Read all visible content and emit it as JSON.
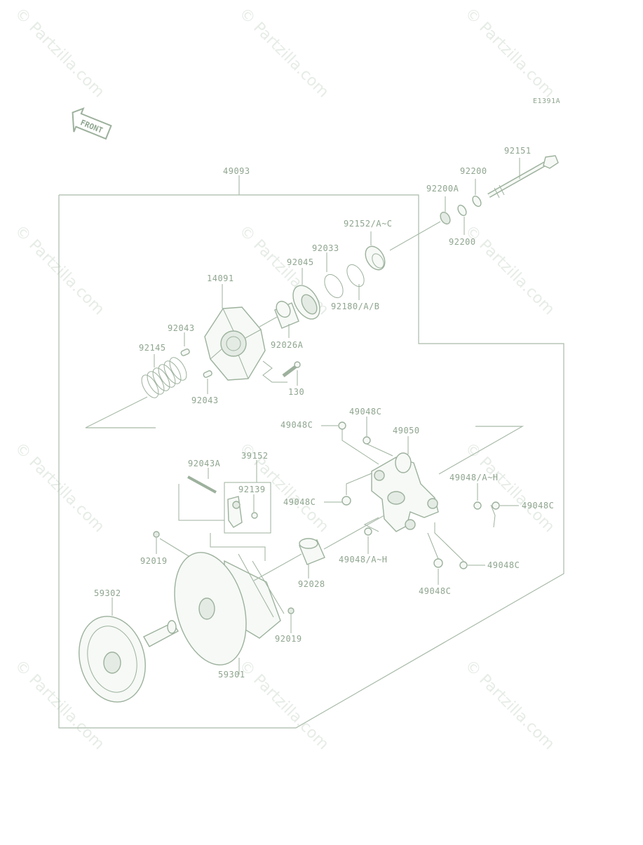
{
  "diagram": {
    "code": "E1391A",
    "front_label": "FRONT",
    "watermark": "© Partzilla.com",
    "labels": {
      "p49093": "49093",
      "p92151": "92151",
      "p92200_top": "92200",
      "p92200A": "92200A",
      "p92200_bot": "92200",
      "p92152": "92152/A~C",
      "p92033": "92033",
      "p92045": "92045",
      "p92180": "92180/A/B",
      "p14091": "14091",
      "p92043_a": "92043",
      "p92145": "92145",
      "p92026A": "92026A",
      "p130": "130",
      "p92043_b": "92043",
      "p49048C_1": "49048C",
      "p49048C_2": "49048C",
      "p49050": "49050",
      "p92043A": "92043A",
      "p39152": "39152",
      "p92139": "92139",
      "p49048AH_1": "49048/A~H",
      "p49048C_3": "49048C",
      "p49048C_4": "49048C",
      "p92019_a": "92019",
      "p92028": "92028",
      "p49048AH_2": "49048/A~H",
      "p49048C_5": "49048C",
      "p49048C_6": "49048C",
      "p59302": "59302",
      "p92019_b": "92019",
      "p59301": "59301"
    }
  }
}
